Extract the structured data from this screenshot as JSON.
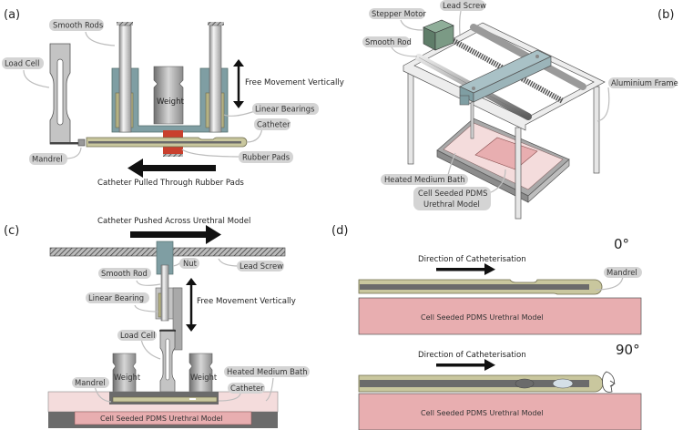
{
  "panels": {
    "a": {
      "tag": "(a)",
      "labels": {
        "smooth_rods": "Smooth Rods",
        "load_cell": "Load Cell",
        "weight": "Weight",
        "free_movement": "Free Movement Vertically",
        "linear_bearings": "Linear Bearings",
        "catheter": "Catheter",
        "mandrel": "Mandrel",
        "rubber_pads": "Rubber Pads",
        "pulled": "Catheter Pulled Through Rubber Pads"
      }
    },
    "b": {
      "tag": "(b)",
      "labels": {
        "lead_screw": "Lead Screw",
        "stepper_motor": "Stepper Motor",
        "smooth_rod": "Smooth Rod",
        "aluminium_frame": "Aluminium Frame",
        "heated_bath": "Heated Medium Bath",
        "pdms_line1": "Cell Seeded PDMS",
        "pdms_line2": "Urethral Model"
      }
    },
    "c": {
      "tag": "(c)",
      "labels": {
        "pushed": "Catheter Pushed Across Urethral Model",
        "nut": "Nut",
        "lead_screw": "Lead Screw",
        "smooth_rod": "Smooth Rod",
        "linear_bearing": "Linear Bearing",
        "free_movement": "Free Movement Vertically",
        "load_cell": "Load Cell",
        "weight_left": "Weight",
        "weight_right": "Weight",
        "mandrel": "Mandrel",
        "catheter": "Catheter",
        "heated_bath": "Heated Medium Bath",
        "pdms": "Cell Seeded PDMS Urethral Model"
      }
    },
    "d": {
      "tag": "(d)",
      "top": {
        "angle": "0°",
        "direction": "Direction of Catheterisation",
        "mandrel": "Mandrel",
        "pdms": "Cell Seeded PDMS Urethral Model"
      },
      "bottom": {
        "angle": "90°",
        "direction": "Direction of Catheterisation",
        "pdms": "Cell Seeded PDMS Urethral Model"
      }
    }
  },
  "colors": {
    "housing": "#7f9ea3",
    "bearing": "#b5b283",
    "catheter": "#c9c79e",
    "mandrel": "#6b6b6b",
    "rubber": "#c9402e",
    "pdms": "#e8aeb0",
    "bath": "#f4dcdc",
    "motor": "#6e8c78",
    "pill": "#d4d4d4"
  }
}
